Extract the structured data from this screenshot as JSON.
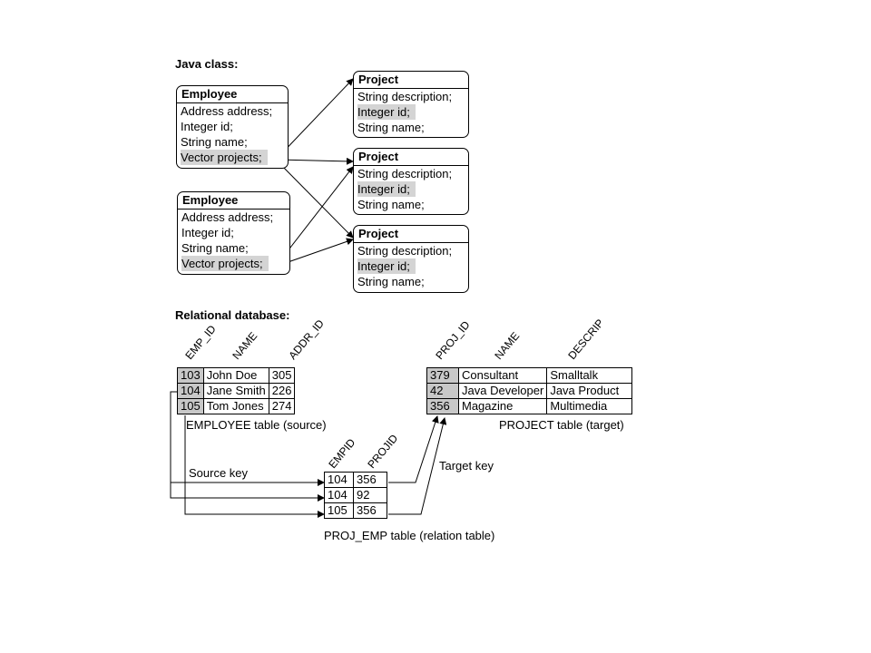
{
  "java_section": {
    "title": "Java class:",
    "employees": [
      {
        "name": "Employee",
        "fields": [
          "Address address;",
          "Integer id;",
          "String name;",
          "Vector projects;"
        ]
      },
      {
        "name": "Employee",
        "fields": [
          "Address address;",
          "Integer id;",
          "String name;",
          "Vector projects;"
        ]
      }
    ],
    "projects": [
      {
        "name": "Project",
        "fields": [
          "String description;",
          "Integer id;",
          "String name;"
        ]
      },
      {
        "name": "Project",
        "fields": [
          "String description;",
          "Integer id;",
          "String name;"
        ]
      },
      {
        "name": "Project",
        "fields": [
          "String description;",
          "Integer id;",
          "String name;"
        ]
      }
    ]
  },
  "db_section": {
    "title": "Relational database:",
    "employee_table": {
      "columns": [
        "EMP_ID",
        "NAME",
        "ADDR_ID"
      ],
      "rows": [
        [
          "103",
          "John Doe",
          "305"
        ],
        [
          "104",
          "Jane Smith",
          "226"
        ],
        [
          "105",
          "Tom Jones",
          "274"
        ]
      ],
      "caption": "EMPLOYEE table (source)"
    },
    "project_table": {
      "columns": [
        "PROJ_ID",
        "NAME",
        "DESCRIP"
      ],
      "rows": [
        [
          "379",
          "Consultant",
          "Smalltalk"
        ],
        [
          "42",
          "Java Developer",
          "Java Product"
        ],
        [
          "356",
          "Magazine",
          "Multimedia"
        ]
      ],
      "caption": "PROJECT table (target)"
    },
    "relation_table": {
      "columns": [
        "EMPID",
        "PROJID"
      ],
      "rows": [
        [
          "104",
          "356"
        ],
        [
          "104",
          "92"
        ],
        [
          "105",
          "356"
        ]
      ],
      "caption": "PROJ_EMP table (relation table)"
    },
    "source_key_label": "Source key",
    "target_key_label": "Target key"
  }
}
